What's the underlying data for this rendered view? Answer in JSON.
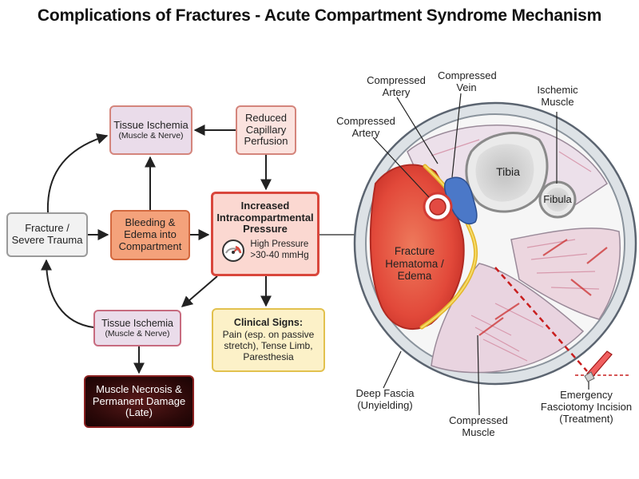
{
  "title": "Complications of Fractures - Acute Compartment Syndrome Mechanism",
  "flow": {
    "fracture": "Fracture / Severe Trauma",
    "bleeding": "Bleeding & Edema into Compartment",
    "reduced_perfusion": "Reduced Capillary Perfusion",
    "ischemia_top": {
      "main": "Tissue Ischemia",
      "sub": "(Muscle & Nerve)"
    },
    "pressure": {
      "title": "Increased Intracompartmental Pressure",
      "detail_1": "High Pressure",
      "detail_2": ">30-40 mmHg"
    },
    "ischemia_bottom": {
      "main": "Tissue Ischemia",
      "sub": "(Muscle & Nerve)"
    },
    "clinical": {
      "title": "Clinical Signs:",
      "text": "Pain (esp. on passive stretch), Tense Limb, Paresthesia"
    },
    "necrosis": "Muscle Necrosis & Permanent Damage (Late)"
  },
  "anatomy": {
    "compressed_artery_top": "Compressed Artery",
    "compressed_vein": "Compressed Vein",
    "ischemic_muscle": "Ischemic Muscle",
    "compressed_artery_left": "Compressed Artery",
    "tibia": "Tibia",
    "fibula": "Fibula",
    "hematoma": "Fracture Hematoma / Edema",
    "deep_fascia": "Deep Fascia (Unyielding)",
    "compressed_muscle": "Compressed Muscle",
    "fasciotomy": "Emergency Fasciotomy Incision (Treatment)"
  },
  "colors": {
    "arrow": "#222222",
    "hematoma": "#e2493a",
    "fascia_ring": "#cfd6da",
    "muscle": "#e7d6e2",
    "bone": "#d8d8d8",
    "incision": "#c81e1e"
  }
}
